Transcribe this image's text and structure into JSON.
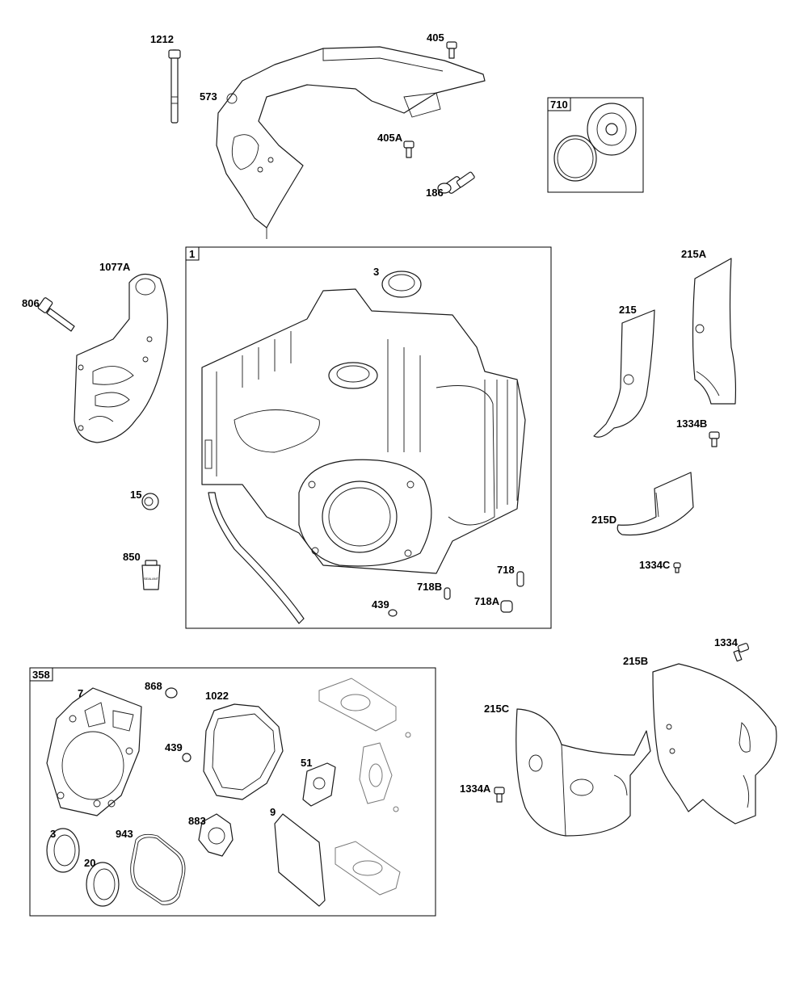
{
  "callouts": {
    "c1212": "1212",
    "c405": "405",
    "c573": "573",
    "c405A": "405A",
    "c186": "186",
    "c710": "710",
    "c1": "1",
    "c3top": "3",
    "c1077A": "1077A",
    "c806": "806",
    "c215A": "215A",
    "c215": "215",
    "c1334B": "1334B",
    "c15": "15",
    "c850": "850",
    "c215D": "215D",
    "c1334C": "1334C",
    "c718": "718",
    "c718B": "718B",
    "c718A": "718A",
    "c439top": "439",
    "c358": "358",
    "c7": "7",
    "c868": "868",
    "c1022": "1022",
    "c439": "439",
    "c51": "51",
    "c3": "3",
    "c943": "943",
    "c883": "883",
    "c9": "9",
    "c20": "20",
    "c1334": "1334",
    "c215B": "215B",
    "c215C": "215C",
    "c1334A": "1334A"
  },
  "tube_label": "SEALANT"
}
